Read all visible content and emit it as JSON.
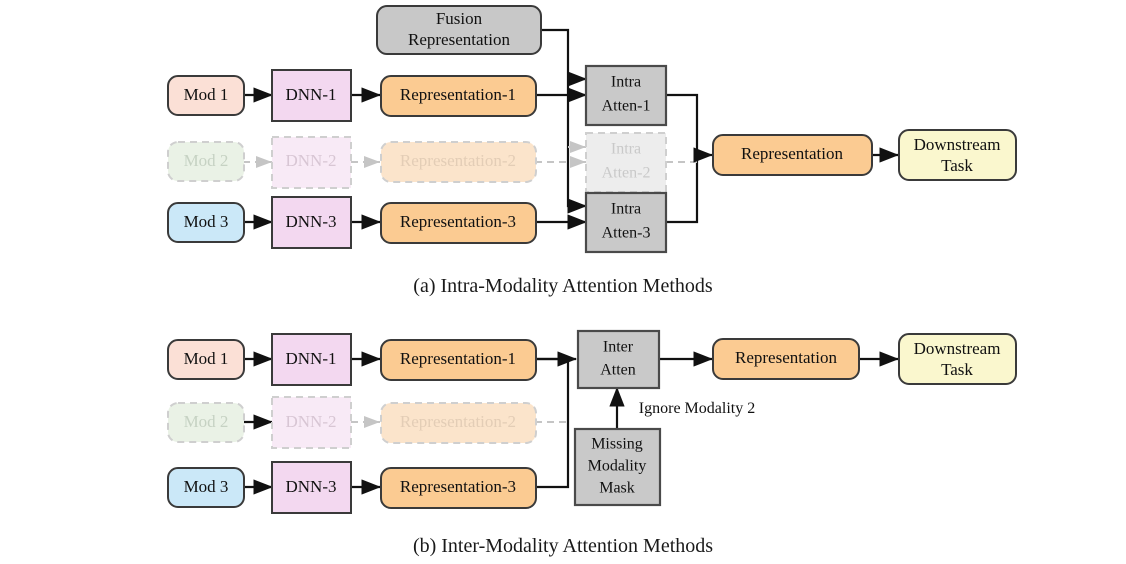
{
  "figure": {
    "panels": [
      {
        "id": "panel-a",
        "caption": "(a) Intra-Modality Attention Methods",
        "nodes": {
          "fusion_representation": "Fusion\nRepresentation",
          "fusion_representation_line1": "Fusion",
          "fusion_representation_line2": "Representation",
          "mod1": "Mod 1",
          "mod2": "Mod 2",
          "mod3": "Mod 3",
          "dnn1": "DNN-1",
          "dnn2": "DNN-2",
          "dnn3": "DNN-3",
          "representation1": "Representation-1",
          "representation2": "Representation-2",
          "representation3": "Representation-3",
          "intra_atten1_line1": "Intra",
          "intra_atten1_line2": "Atten-1",
          "intra_atten2_line1": "Intra",
          "intra_atten2_line2": "Atten-2",
          "intra_atten3_line1": "Intra",
          "intra_atten3_line2": "Atten-3",
          "representation": "Representation",
          "downstream_line1": "Downstream",
          "downstream_line2": "Task"
        }
      },
      {
        "id": "panel-b",
        "caption": "(b) Inter-Modality Attention Methods",
        "nodes": {
          "mod1": "Mod 1",
          "mod2": "Mod 2",
          "mod3": "Mod 3",
          "dnn1": "DNN-1",
          "dnn2": "DNN-2",
          "dnn3": "DNN-3",
          "representation1": "Representation-1",
          "representation2": "Representation-2",
          "representation3": "Representation-3",
          "inter_atten_line1": "Inter",
          "inter_atten_line2": "Atten",
          "missing_mask_line1": "Missing",
          "missing_mask_line2": "Modality",
          "missing_mask_line3": "Mask",
          "representation": "Representation",
          "downstream_line1": "Downstream",
          "downstream_line2": "Task"
        },
        "edge_labels": {
          "ignore_modality": "Ignore Modality 2"
        }
      }
    ]
  },
  "colors": {
    "mod1_fill": "#FBE0D6",
    "mod2_fill": "#EAF2E6",
    "mod3_fill": "#CBE8F8",
    "dnn_fill": "#F3D8F0",
    "dnn_faded_fill": "#F8EAF6",
    "representation_fill": "#FBCB92",
    "representation_faded_fill": "#FBE4CB",
    "attention_fill": "#C9C9C9",
    "attention_faded_fill": "#EDEDED",
    "fusion_fill": "#C8C8C8",
    "downstream_fill": "#FAF7CE",
    "stroke": "#3A3A3A",
    "faded_stroke": "#CFCFCF",
    "arrow": "#111111",
    "background": "#FFFFFF"
  }
}
